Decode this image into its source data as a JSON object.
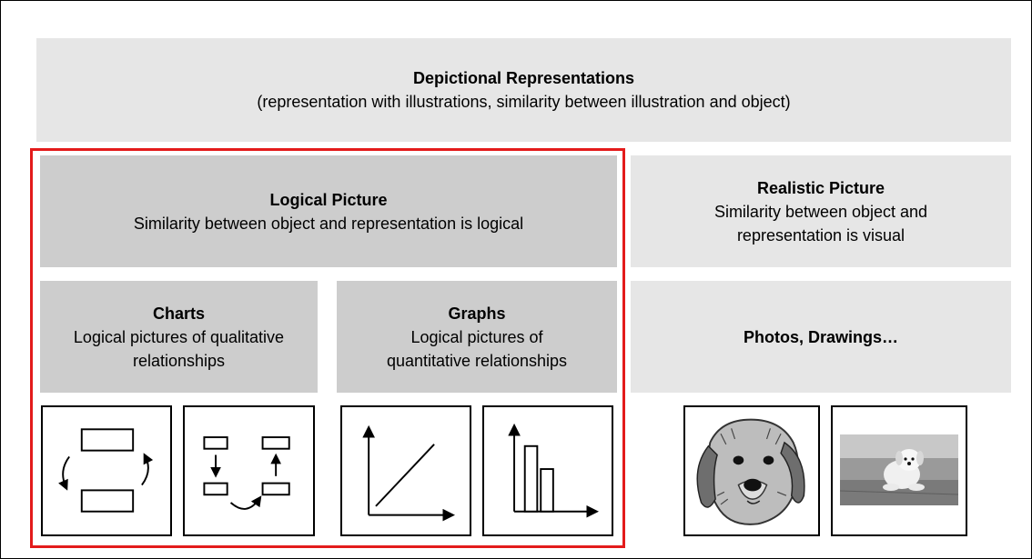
{
  "header": {
    "title": "Depictional Representations",
    "subtitle": "(representation with illustrations, similarity between illustration and object)"
  },
  "logical": {
    "title": "Logical Picture",
    "subtitle": "Similarity between object and representation is logical"
  },
  "realistic": {
    "title": "Realistic Picture",
    "subtitle_line1": "Similarity between object and",
    "subtitle_line2": "representation is visual"
  },
  "charts": {
    "title": "Charts",
    "line1": "Logical pictures of qualitative",
    "line2": "relationships"
  },
  "graphs": {
    "title": "Graphs",
    "line1": "Logical pictures of",
    "line2": "quantitative relationships"
  },
  "photos": {
    "label": "Photos, Drawings…"
  },
  "colors": {
    "highlight": "#e31b1b",
    "light_box": "#e6e6e6",
    "dark_box": "#cdcdcd"
  },
  "icons": [
    "cycle-chart-icon",
    "flow-chart-icon",
    "line-graph-icon",
    "bar-graph-icon",
    "dog-sketch-icon",
    "dog-photo-icon"
  ]
}
